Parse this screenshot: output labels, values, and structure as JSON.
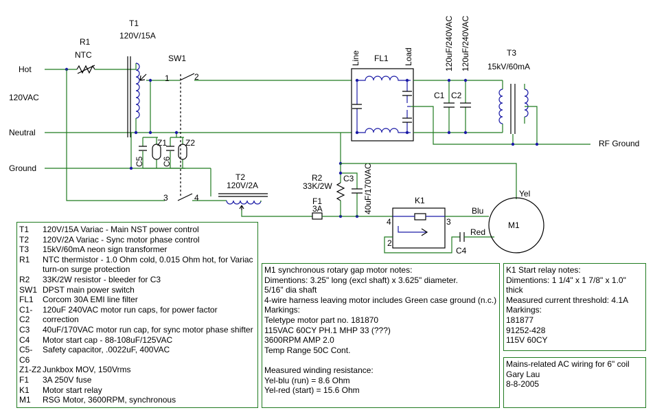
{
  "labels": {
    "hot": "Hot",
    "v120": "120VAC",
    "neutral": "Neutral",
    "ground": "Ground",
    "rf_ground": "RF Ground",
    "r1": "R1",
    "ntc": "NTC",
    "t1": "T1",
    "t1_rating": "120V/15A",
    "sw1": "SW1",
    "sw1_p1": "1",
    "sw1_p2": "2",
    "sw1_p3": "3",
    "sw1_p4": "4",
    "fl1": "FL1",
    "line": "Line",
    "load": "Load",
    "cap_rating1": "120uF/240VAC",
    "cap_rating2": "120uF/240VAC",
    "c1": "C1",
    "c2": "C2",
    "t3": "T3",
    "t3_rating": "15kV/60mA",
    "z1": "Z1",
    "z2": "Z2",
    "c5": "C5",
    "c6": "C6",
    "t2": "T2",
    "t2_rating": "120V/2A",
    "r2": "R2",
    "r2_rating": "33K/2W",
    "c3": "C3",
    "c3_rating": "40uF/170VAC",
    "f1": "F1",
    "f1_rating": "3A",
    "k1": "K1",
    "k1_p4": "4",
    "k1_p3": "3",
    "k1_p2": "2",
    "blu": "Blu",
    "yel": "Yel",
    "red": "Red",
    "m1": "M1",
    "c4": "C4"
  },
  "parts_list": [
    {
      "ref": "T1",
      "desc": "120V/15A Variac - Main NST power control"
    },
    {
      "ref": "T2",
      "desc": "120V/2A Variac - Sync motor phase control"
    },
    {
      "ref": "T3",
      "desc": "15kV/60mA neon sign transformer"
    },
    {
      "ref": "R1",
      "desc": "NTC thermistor - 1.0 Ohm cold, 0.015 Ohm hot, for Variac turn-on surge protection"
    },
    {
      "ref": "R2",
      "desc": "33K/2W resistor - bleeder for C3"
    },
    {
      "ref": "SW1",
      "desc": "DPST main power switch"
    },
    {
      "ref": "FL1",
      "desc": "Corcom 30A EMI line filter"
    },
    {
      "ref": "C1-C2",
      "desc": "120uF 240VAC motor run caps, for power factor correction"
    },
    {
      "ref": "C3",
      "desc": "40uF/170VAC motor run cap, for sync motor phase shifter"
    },
    {
      "ref": "C4",
      "desc": "Motor start cap - 88-108uF/125VAC"
    },
    {
      "ref": "C5-C6",
      "desc": "Safety capacitor, .0022uF, 400VAC"
    },
    {
      "ref": "Z1-Z2",
      "desc": "Junkbox MOV, 150Vrms"
    },
    {
      "ref": "F1",
      "desc": "3A 250V fuse"
    },
    {
      "ref": "K1",
      "desc": "Motor start relay"
    },
    {
      "ref": "M1",
      "desc": "RSG Motor, 3600RPM, synchronous"
    }
  ],
  "m1_notes": [
    "M1 synchronous rotary gap motor notes:",
    "Dimentions: 3.25\" long (excl shaft) x 3.625\" diameter.",
    "5/16\" dia shaft",
    "4-wire harness leaving motor includes Green case ground (n.c.)",
    "Markings:",
    "Teletype motor part no. 181870",
    "115VAC 60CY PH.1 MHP 33 (???)",
    "3600RPM AMP 2.0",
    "Temp Range 50C Cont.",
    "",
    "Measured winding resistance:",
    "Yel-blu (run) = 8.6 Ohm",
    "Yel-red (start) = 15.6 Ohm"
  ],
  "k1_notes": [
    "K1 Start relay notes:",
    "Dimentions: 1 1/4\" x 1 7/8\" x 1.0\" thick",
    "Measured current threshold: 4.1A",
    "Markings:",
    "181877",
    "91252-428",
    "115V 60CY"
  ],
  "author_notes": [
    "Mains-related AC wiring for 6\" coil",
    "Gary Lau",
    "8-8-2005"
  ]
}
